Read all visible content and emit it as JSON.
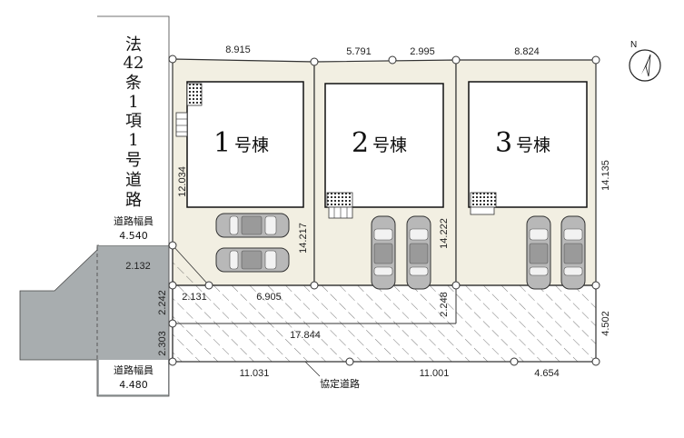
{
  "road_vertical": {
    "text": [
      "法",
      "42",
      "条",
      "1",
      "項",
      "1",
      "号",
      "道",
      "路"
    ]
  },
  "road_width_top": {
    "label": "道路幅員",
    "value": "4.540"
  },
  "road_width_bottom": {
    "label": "道路幅員",
    "value": "4.480"
  },
  "shared_road_label": "協定道路",
  "lots": [
    {
      "num": "1",
      "suffix": "号棟"
    },
    {
      "num": "2",
      "suffix": "号棟"
    },
    {
      "num": "3",
      "suffix": "号棟"
    }
  ],
  "dimensions": {
    "lot1_top": "8.915",
    "lot2_top_a": "5.791",
    "lot2_top_b": "2.995",
    "lot3_top": "8.824",
    "lot1_left": "12.034",
    "lot1_right": "14.217",
    "lot2_right": "14.222",
    "lot3_right": "14.135",
    "left_2132": "2.132",
    "bottom_2131": "2.131",
    "bottom_6905": "6.905",
    "left_2242": "2.242",
    "mid_2248": "2.248",
    "left_2303": "2.303",
    "road_17844": "17.844",
    "right_4502": "4.502",
    "bottom_11031": "11.031",
    "bottom_11001": "11.001",
    "bottom_4654": "4.654"
  },
  "north_label": "N"
}
